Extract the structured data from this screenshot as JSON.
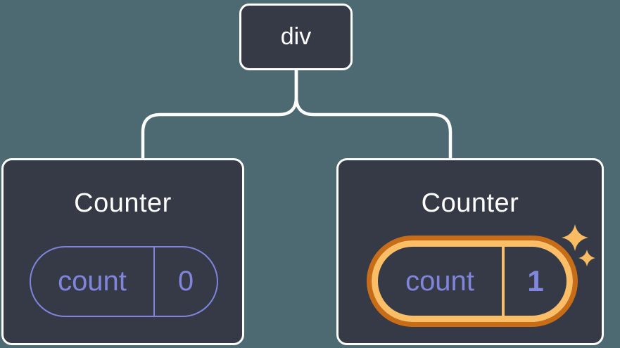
{
  "scene": {
    "background_color": "#4d6a73",
    "node_background_color": "#353a46",
    "node_border_color": "#ffffff",
    "connector_color": "#ffffff",
    "state_accent_color": "#8085db",
    "highlight_ring_outer_color": "#c76d18",
    "highlight_ring_inner_color": "#fbbd66",
    "sparkle_color": "#f9bc63"
  },
  "tree": {
    "root": {
      "label": "div"
    },
    "children": [
      {
        "title": "Counter",
        "state": {
          "name": "count",
          "value": "0"
        },
        "highlighted": false
      },
      {
        "title": "Counter",
        "state": {
          "name": "count",
          "value": "1"
        },
        "highlighted": true
      }
    ]
  },
  "icons": {
    "sparkles": "sparkles-icon"
  }
}
